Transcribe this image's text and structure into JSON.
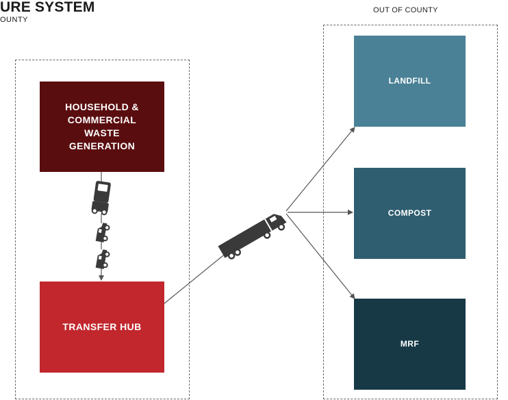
{
  "header": {
    "title": "URE SYSTEM",
    "subtitle": "OUNTY"
  },
  "zones": {
    "out_of_county_label": "OUT OF COUNTY"
  },
  "nodes": {
    "generation": {
      "label": "HOUSEHOLD & COMMERCIAL WASTE GENERATION",
      "color": "#5a0d0f"
    },
    "transfer_hub": {
      "label": "TRANSFER HUB",
      "color": "#c1272d"
    },
    "landfill": {
      "label": "LANDFILL",
      "color": "#4a8196"
    },
    "compost": {
      "label": "COMPOST",
      "color": "#2f5e70"
    },
    "mrf": {
      "label": "MRF",
      "color": "#173946"
    }
  },
  "icons": [
    "garbage-truck-icon",
    "pickup-truck-icon",
    "pickup-truck-icon",
    "semi-truck-icon"
  ]
}
